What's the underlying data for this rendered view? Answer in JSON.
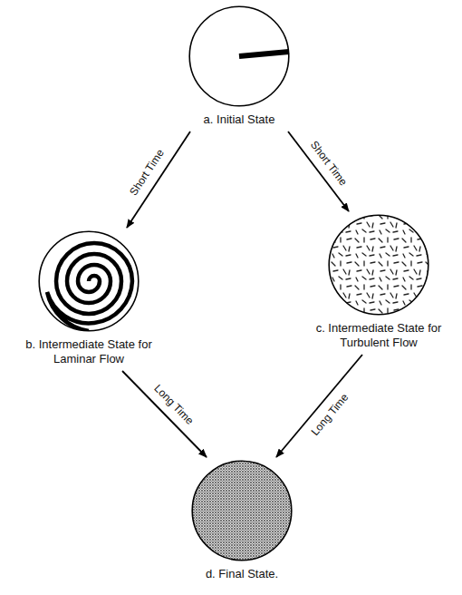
{
  "diagram": {
    "nodes": [
      {
        "text": [
          "a. Initial State"
        ]
      },
      {
        "text": [
          "b. Intermediate State for Laminar Flow"
        ]
      },
      {
        "text": [
          "c. Intermediate State for Turbulent Flow"
        ]
      },
      {
        "text": [
          "d. Final State."
        ]
      }
    ],
    "edges": [
      {
        "from": 0,
        "to": 1,
        "arrow": "to",
        "label": "Short Time"
      },
      {
        "from": 0,
        "to": 2,
        "arrow": "to",
        "label": "Short Time"
      },
      {
        "from": 1,
        "to": 3,
        "arrow": "to",
        "label": "Long Time"
      },
      {
        "from": 2,
        "to": 3,
        "arrow": "to",
        "label": "Long Time"
      }
    ]
  }
}
